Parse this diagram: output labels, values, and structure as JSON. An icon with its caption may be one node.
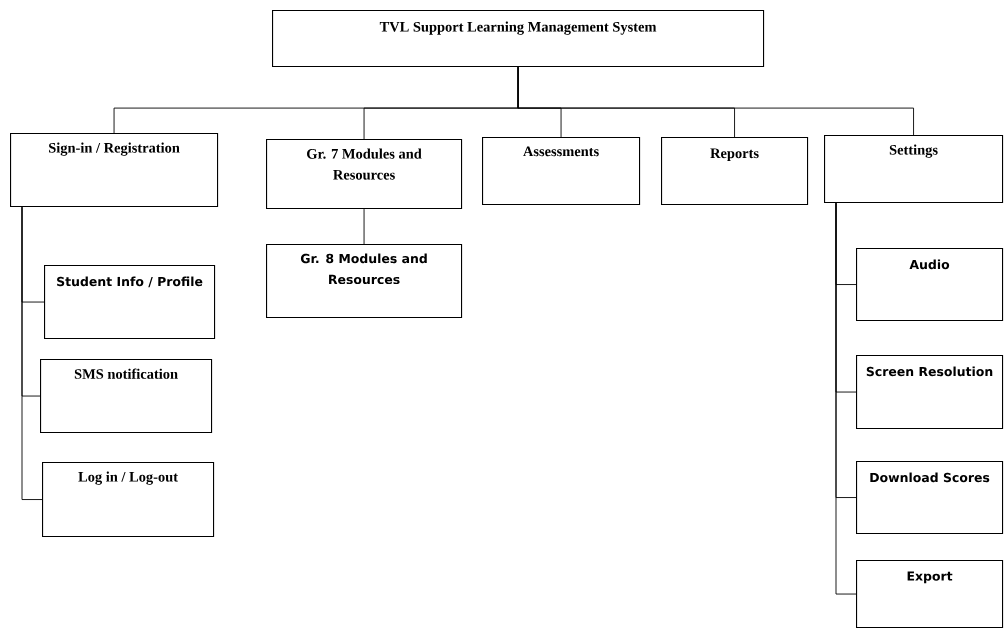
{
  "diagram": {
    "nodes": [
      {
        "text": [
          "TVL Support Learning Management System"
        ]
      },
      {
        "text": [
          "Sign-in / Registration"
        ]
      },
      {
        "text": [
          "Gr. 7 Modules and Resources"
        ]
      },
      {
        "text": [
          "Assessments"
        ]
      },
      {
        "text": [
          "Reports"
        ]
      },
      {
        "text": [
          "Settings"
        ]
      },
      {
        "text": [
          "Gr. 8 Modules and Resources"
        ]
      },
      {
        "text": [
          "Student Info / Profile"
        ]
      },
      {
        "text": [
          "SMS notification"
        ]
      },
      {
        "text": [
          "Log in / Log-out"
        ]
      },
      {
        "text": [
          "Audio"
        ]
      },
      {
        "text": [
          "Screen Resolution"
        ]
      },
      {
        "text": [
          "Download Scores"
        ]
      },
      {
        "text": [
          "Export"
        ]
      }
    ],
    "edges": [
      {
        "from": 0,
        "to": 1,
        "arrow": "none"
      },
      {
        "from": 0,
        "to": 2,
        "arrow": "none"
      },
      {
        "from": 0,
        "to": 3,
        "arrow": "none"
      },
      {
        "from": 0,
        "to": 4,
        "arrow": "none"
      },
      {
        "from": 0,
        "to": 5,
        "arrow": "none"
      },
      {
        "from": 2,
        "to": 6,
        "arrow": "none"
      },
      {
        "from": 1,
        "to": 7,
        "arrow": "none"
      },
      {
        "from": 1,
        "to": 8,
        "arrow": "none"
      },
      {
        "from": 1,
        "to": 9,
        "arrow": "none"
      },
      {
        "from": 5,
        "to": 10,
        "arrow": "none"
      },
      {
        "from": 5,
        "to": 11,
        "arrow": "none"
      },
      {
        "from": 5,
        "to": 12,
        "arrow": "none"
      },
      {
        "from": 5,
        "to": 13,
        "arrow": "none"
      }
    ]
  }
}
